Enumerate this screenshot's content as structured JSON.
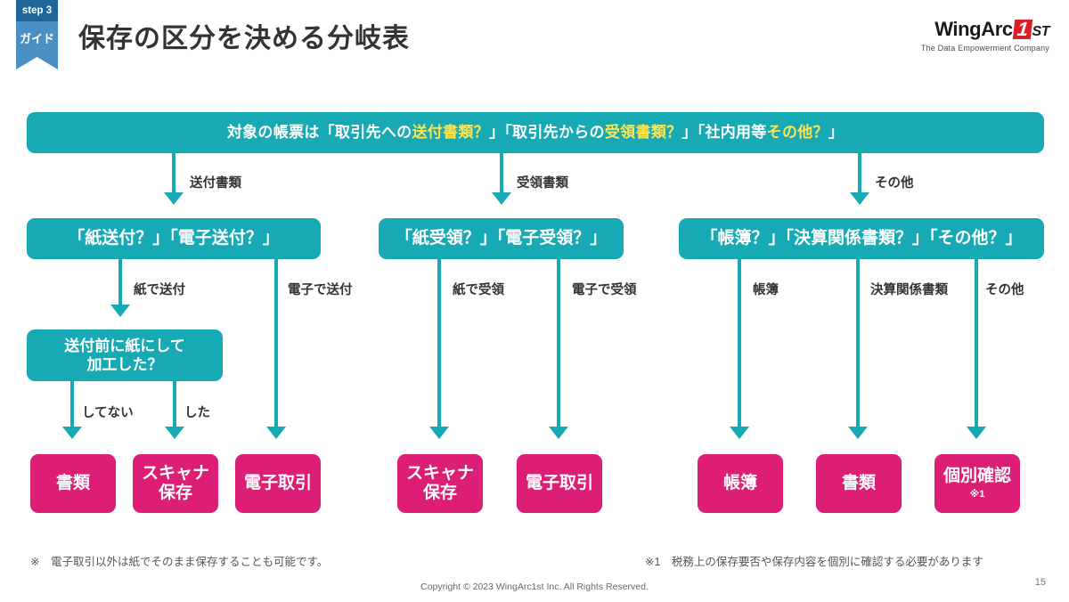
{
  "header": {
    "badge_step": "step 3",
    "badge_label": "ガイド",
    "title": "保存の区分を決める分岐表",
    "logo_prefix": "WingArc",
    "logo_one": "1",
    "logo_suffix": "ST",
    "logo_tagline": "The Data Empowerment Company"
  },
  "colors": {
    "teal": "#17a9b4",
    "pink": "#dd1e75",
    "highlight_yellow": "#ffe44d",
    "badge_top_blue": "#1f6699",
    "badge_body_blue": "#4a90c4",
    "logo_red": "#d81f26"
  },
  "flow": {
    "root_question": {
      "prefix": "対象の帳票は「取引先への",
      "hl1": "送付書類？",
      "mid1": "」「取引先からの",
      "hl2": "受領書類？",
      "mid2": "」「社内用等",
      "hl3": "その他？",
      "suffix": "」"
    },
    "branch_labels": {
      "b1": "送付書類",
      "b2": "受領書類",
      "b3": "その他"
    },
    "level2": {
      "col1": "「紙送付？」「電子送付？」",
      "col2": "「紙受領？」「電子受領？」",
      "col3": "「帳簿？」「決算関係書類？」「その他？」"
    },
    "level2_labels": {
      "c1a": "紙で送付",
      "c1b": "電子で送付",
      "c2a": "紙で受領",
      "c2b": "電子で受領",
      "c3a": "帳簿",
      "c3b": "決算関係書類",
      "c3c": "その他"
    },
    "sub_question": {
      "line1": "送付前に紙にして",
      "line2": "加工した？"
    },
    "sub_labels": {
      "no": "してない",
      "yes": "した"
    },
    "results": [
      {
        "line1": "書類",
        "line2": "",
        "note": ""
      },
      {
        "line1": "スキャナ",
        "line2": "保存",
        "note": ""
      },
      {
        "line1": "電子取引",
        "line2": "",
        "note": ""
      },
      {
        "line1": "スキャナ",
        "line2": "保存",
        "note": ""
      },
      {
        "line1": "電子取引",
        "line2": "",
        "note": ""
      },
      {
        "line1": "帳簿",
        "line2": "",
        "note": ""
      },
      {
        "line1": "書類",
        "line2": "",
        "note": ""
      },
      {
        "line1": "個別確認",
        "line2": "",
        "note": "※1"
      }
    ]
  },
  "footer": {
    "note_left": "※　電子取引以外は紙でそのまま保存することも可能です。",
    "note_right": "※1　税務上の保存要否や保存内容を個別に確認する必要があります",
    "copyright": "Copyright © 2023 WingArc1st Inc.  All Rights Reserved.",
    "page_number": "15"
  }
}
